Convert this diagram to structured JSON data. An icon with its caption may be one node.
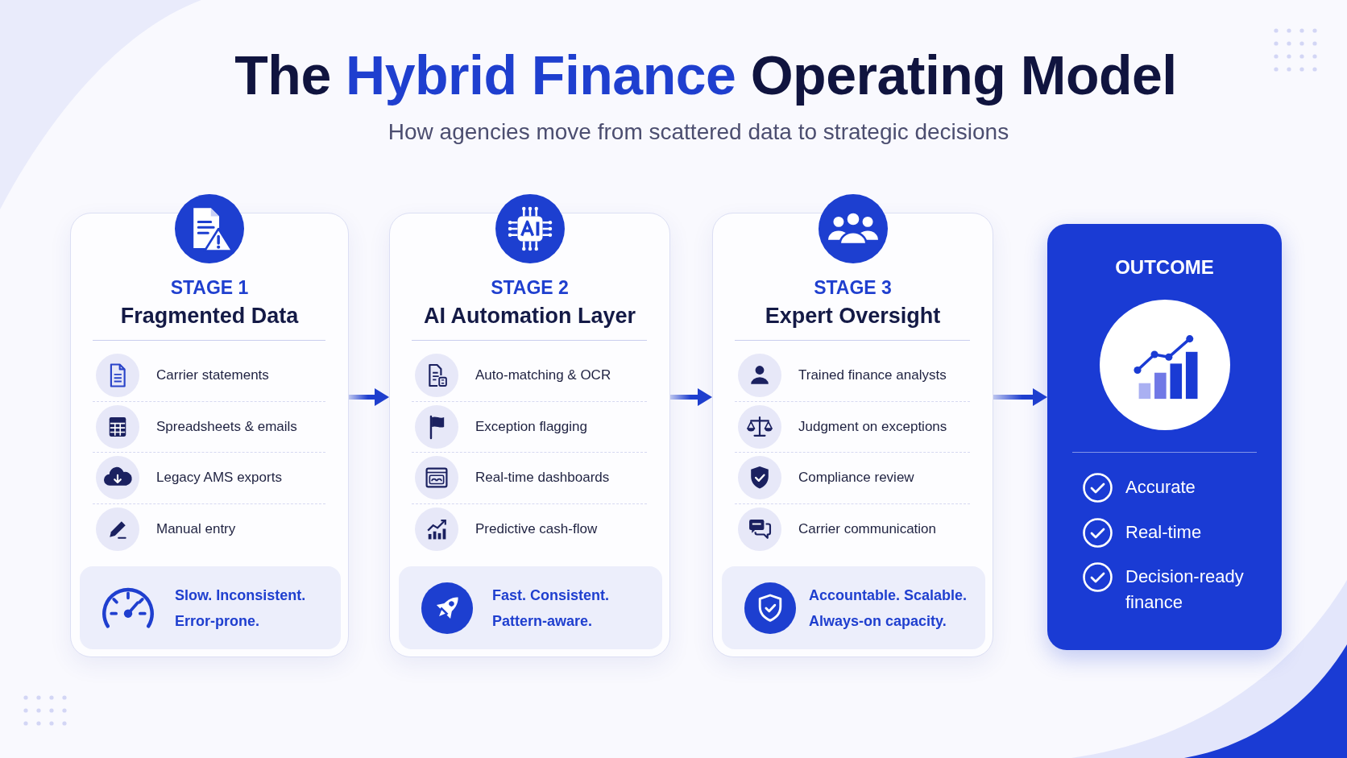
{
  "diagram": {
    "title": "The **Hybrid Finance** Operating Model",
    "nodes": [
      {
        "text": [
          "STAGE 1",
          "Fragmented Data",
          "Carrier statements",
          "Spreadsheets & emails",
          "Legacy AMS exports",
          "Manual entry"
        ]
      },
      {
        "text": [
          "Slow. Inconsistent. Error-prone."
        ],
        "in": 0
      },
      {
        "text": [
          "STAGE 2",
          "AI Automation Layer",
          "Auto-matching & OCR",
          "Exception flagging",
          "Real-time dashboards",
          "Predictive cash-flow"
        ]
      },
      {
        "text": [
          "Fast. Consistent. Pattern-aware."
        ],
        "in": 2
      },
      {
        "text": [
          "STAGE 3",
          "Expert Oversight",
          "Trained finance analysts",
          "Judgment on exceptions",
          "Compliance review",
          "Carrier communication"
        ]
      },
      {
        "text": [
          "Accountable. Scalable. Always-on capacity."
        ],
        "in": 4
      },
      {
        "text": [
          "OUTCOME",
          "Accurate",
          "Real-time",
          "Decision-ready finance"
        ]
      }
    ],
    "edges": [
      {
        "from": 0,
        "to": 2,
        "arrow": "to"
      },
      {
        "from": 2,
        "to": 4,
        "arrow": "to"
      },
      {
        "from": 4,
        "to": 6,
        "arrow": "to"
      }
    ],
    "labels": [
      "How agencies move from scattered data to strategic decisions"
    ]
  }
}
